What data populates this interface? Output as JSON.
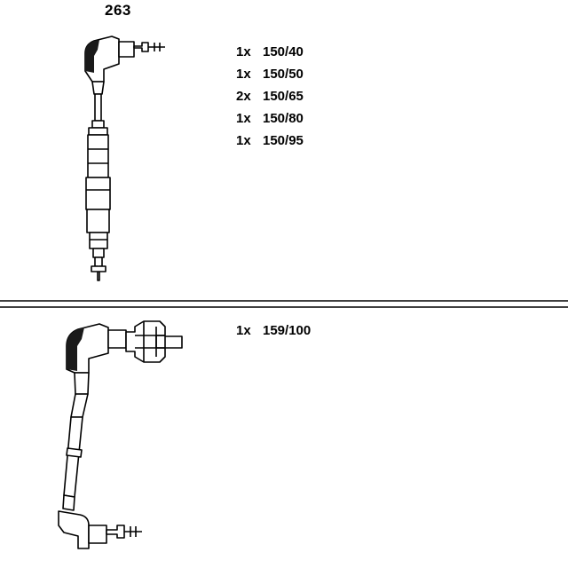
{
  "diagram": {
    "part_number": "263",
    "top_assembly": {
      "items": [
        {
          "qty": "1x",
          "code": "150/40"
        },
        {
          "qty": "1x",
          "code": "150/50"
        },
        {
          "qty": "2x",
          "code": "150/65"
        },
        {
          "qty": "1x",
          "code": "150/80"
        },
        {
          "qty": "1x",
          "code": "150/95"
        }
      ]
    },
    "bottom_assembly": {
      "items": [
        {
          "qty": "1x",
          "code": "159/100"
        }
      ]
    },
    "colors": {
      "line": "#000000",
      "fill": "#ffffff",
      "background": "#ffffff"
    }
  }
}
